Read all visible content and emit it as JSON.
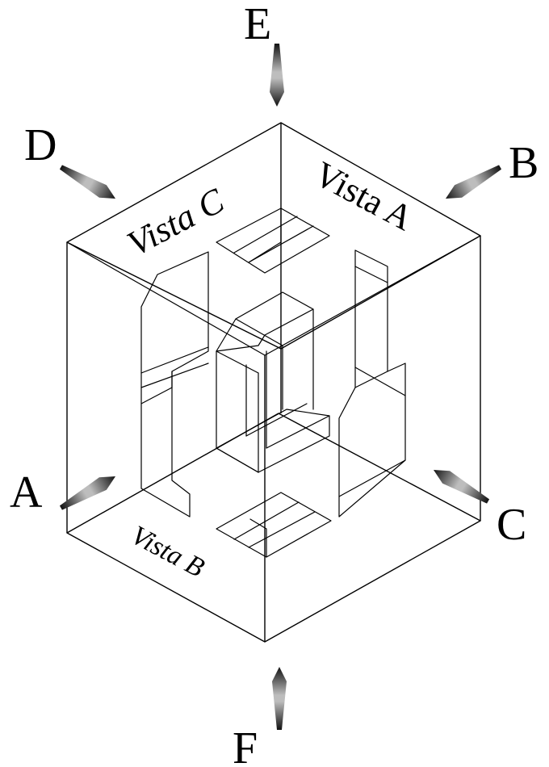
{
  "directions": {
    "a": "A",
    "b": "B",
    "c": "C",
    "d": "D",
    "e": "E",
    "f": "F"
  },
  "faces": {
    "vista_a": "Vista  A",
    "vista_b": "Vista B",
    "vista_c": "Vista  C"
  },
  "colors": {
    "line": "#000000",
    "background": "#ffffff",
    "arrow_dark": "#111111",
    "arrow_light": "#bdbdbd"
  },
  "icons": {
    "arrow": "view-direction-arrow"
  }
}
